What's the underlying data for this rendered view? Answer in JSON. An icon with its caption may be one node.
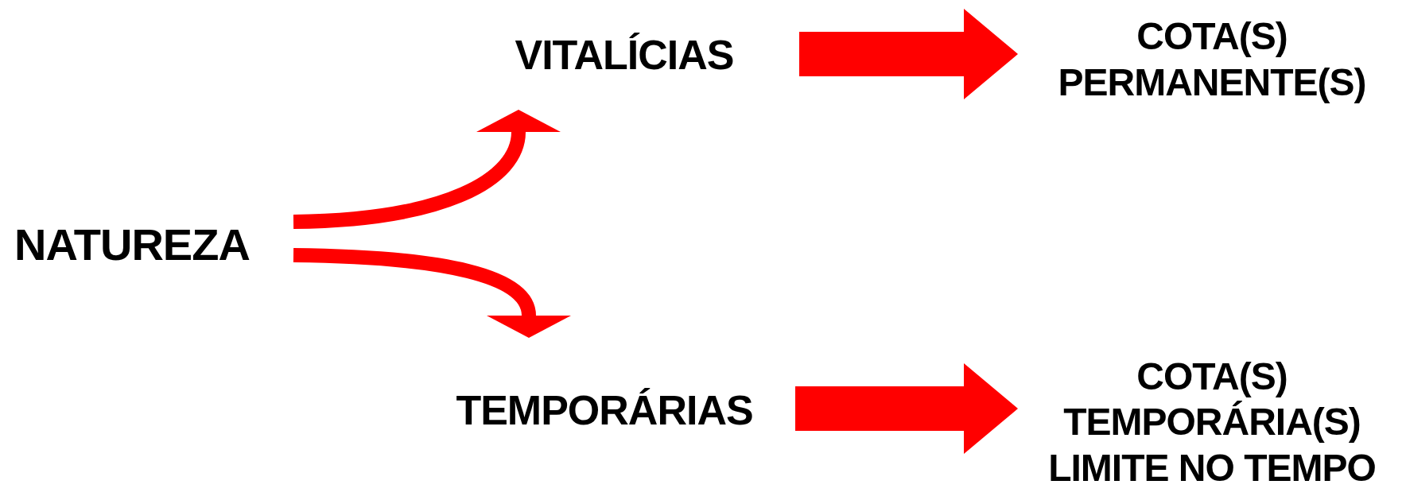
{
  "diagram": {
    "nodes": [
      {
        "text": [
          "NATUREZA"
        ]
      },
      {
        "text": [
          "VITALÍCIAS"
        ]
      },
      {
        "text": [
          "TEMPORÁRIAS"
        ]
      },
      {
        "text": [
          "COTA(S) PERMANENTE(S)"
        ]
      },
      {
        "text": [
          "COTA(S) TEMPORÁRIA(S)",
          "LIMITE NO TEMPO"
        ]
      }
    ],
    "edges": [
      {
        "from": 0,
        "to": 1,
        "arrow": "to"
      },
      {
        "from": 0,
        "to": 2,
        "arrow": "to"
      },
      {
        "from": 1,
        "to": 3,
        "arrow": "to",
        "style": "thick"
      },
      {
        "from": 2,
        "to": 4,
        "arrow": "to",
        "style": "thick"
      }
    ]
  }
}
